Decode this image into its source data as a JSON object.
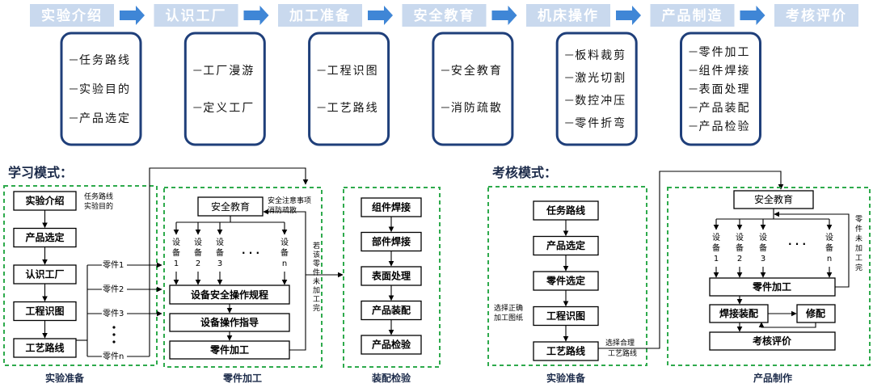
{
  "top_steps": [
    "实验介绍",
    "认识工厂",
    "加工准备",
    "安全教育",
    "机床操作",
    "产品制造",
    "考核评价"
  ],
  "top_details": [
    [
      "任务路线",
      "实验目的",
      "产品选定"
    ],
    [
      "工厂漫游",
      "定义工厂"
    ],
    [
      "工程识图",
      "工艺路线"
    ],
    [
      "安全教育",
      "消防疏散"
    ],
    [
      "板料裁剪",
      "激光切割",
      "数控冲压",
      "零件折弯"
    ],
    [
      "零件加工",
      "组件焊接",
      "表面处理",
      "产品装配",
      "产品检验"
    ]
  ],
  "learning": {
    "title": "学习模式：",
    "prep": {
      "caption": "实验准备",
      "steps": [
        "实验介绍",
        "产品选定",
        "认识工厂",
        "工程识图",
        "工艺路线"
      ],
      "note": [
        "任务路线",
        "实验目的"
      ],
      "parts": [
        "零件1",
        "零件2",
        "零件3",
        "零件n"
      ]
    },
    "machining": {
      "caption": "零件加工",
      "safety": "安全教育",
      "safety_note": [
        "安全注意事项",
        "消防疏散"
      ],
      "devices": [
        [
          "设",
          "备",
          "1"
        ],
        [
          "设",
          "备",
          "2"
        ],
        [
          "设",
          "备",
          "3"
        ],
        [
          "设",
          "备",
          "n"
        ]
      ],
      "ellipsis": "· · ·",
      "rules": "设备安全操作规程",
      "guide": "设备操作指导",
      "process": "零件加工",
      "loop_note": "若该零件未加工完"
    },
    "assembly": {
      "caption": "装配检验",
      "steps": [
        "组件焊接",
        "部件焊接",
        "表面处理",
        "产品装配",
        "产品检验"
      ]
    }
  },
  "assessment": {
    "title": "考核模式：",
    "prep": {
      "caption": "实验准备",
      "steps": [
        "任务路线",
        "产品选定",
        "零件选定",
        "工程识图",
        "工艺路线"
      ],
      "note_left": [
        "选择正确",
        "加工图纸"
      ],
      "note_right": [
        "选择合理",
        "工艺路线"
      ]
    },
    "product": {
      "caption": "产品制作",
      "safety": "安全教育",
      "devices": [
        [
          "设",
          "备",
          "1"
        ],
        [
          "设",
          "备",
          "2"
        ],
        [
          "设",
          "备",
          "3"
        ],
        [
          "设",
          "备",
          "n"
        ]
      ],
      "ellipsis": "· · ·",
      "process": "零件加工",
      "weld": "焊接装配",
      "fix": "修配",
      "eval": "考核评价",
      "loop_note": "零件未加工完"
    }
  }
}
